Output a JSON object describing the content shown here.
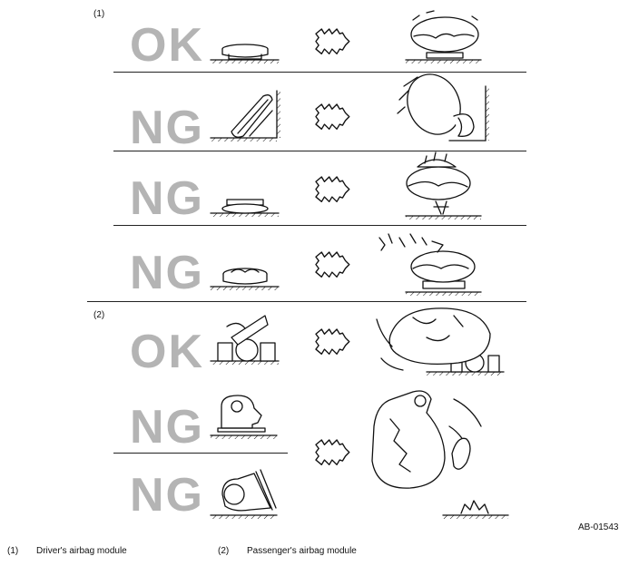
{
  "sections": [
    {
      "label": "(1)",
      "rows": [
        {
          "verdict": "OK"
        },
        {
          "verdict": "NG"
        },
        {
          "verdict": "NG"
        },
        {
          "verdict": "NG"
        }
      ]
    },
    {
      "label": "(2)",
      "rows": [
        {
          "verdict": "OK"
        },
        {
          "verdict": "NG"
        },
        {
          "verdict": "NG"
        }
      ]
    }
  ],
  "doc_id": "AB-01543",
  "legend": [
    {
      "num": "(1)",
      "text": "Driver's airbag module"
    },
    {
      "num": "(2)",
      "text": "Passenger's airbag module"
    }
  ]
}
